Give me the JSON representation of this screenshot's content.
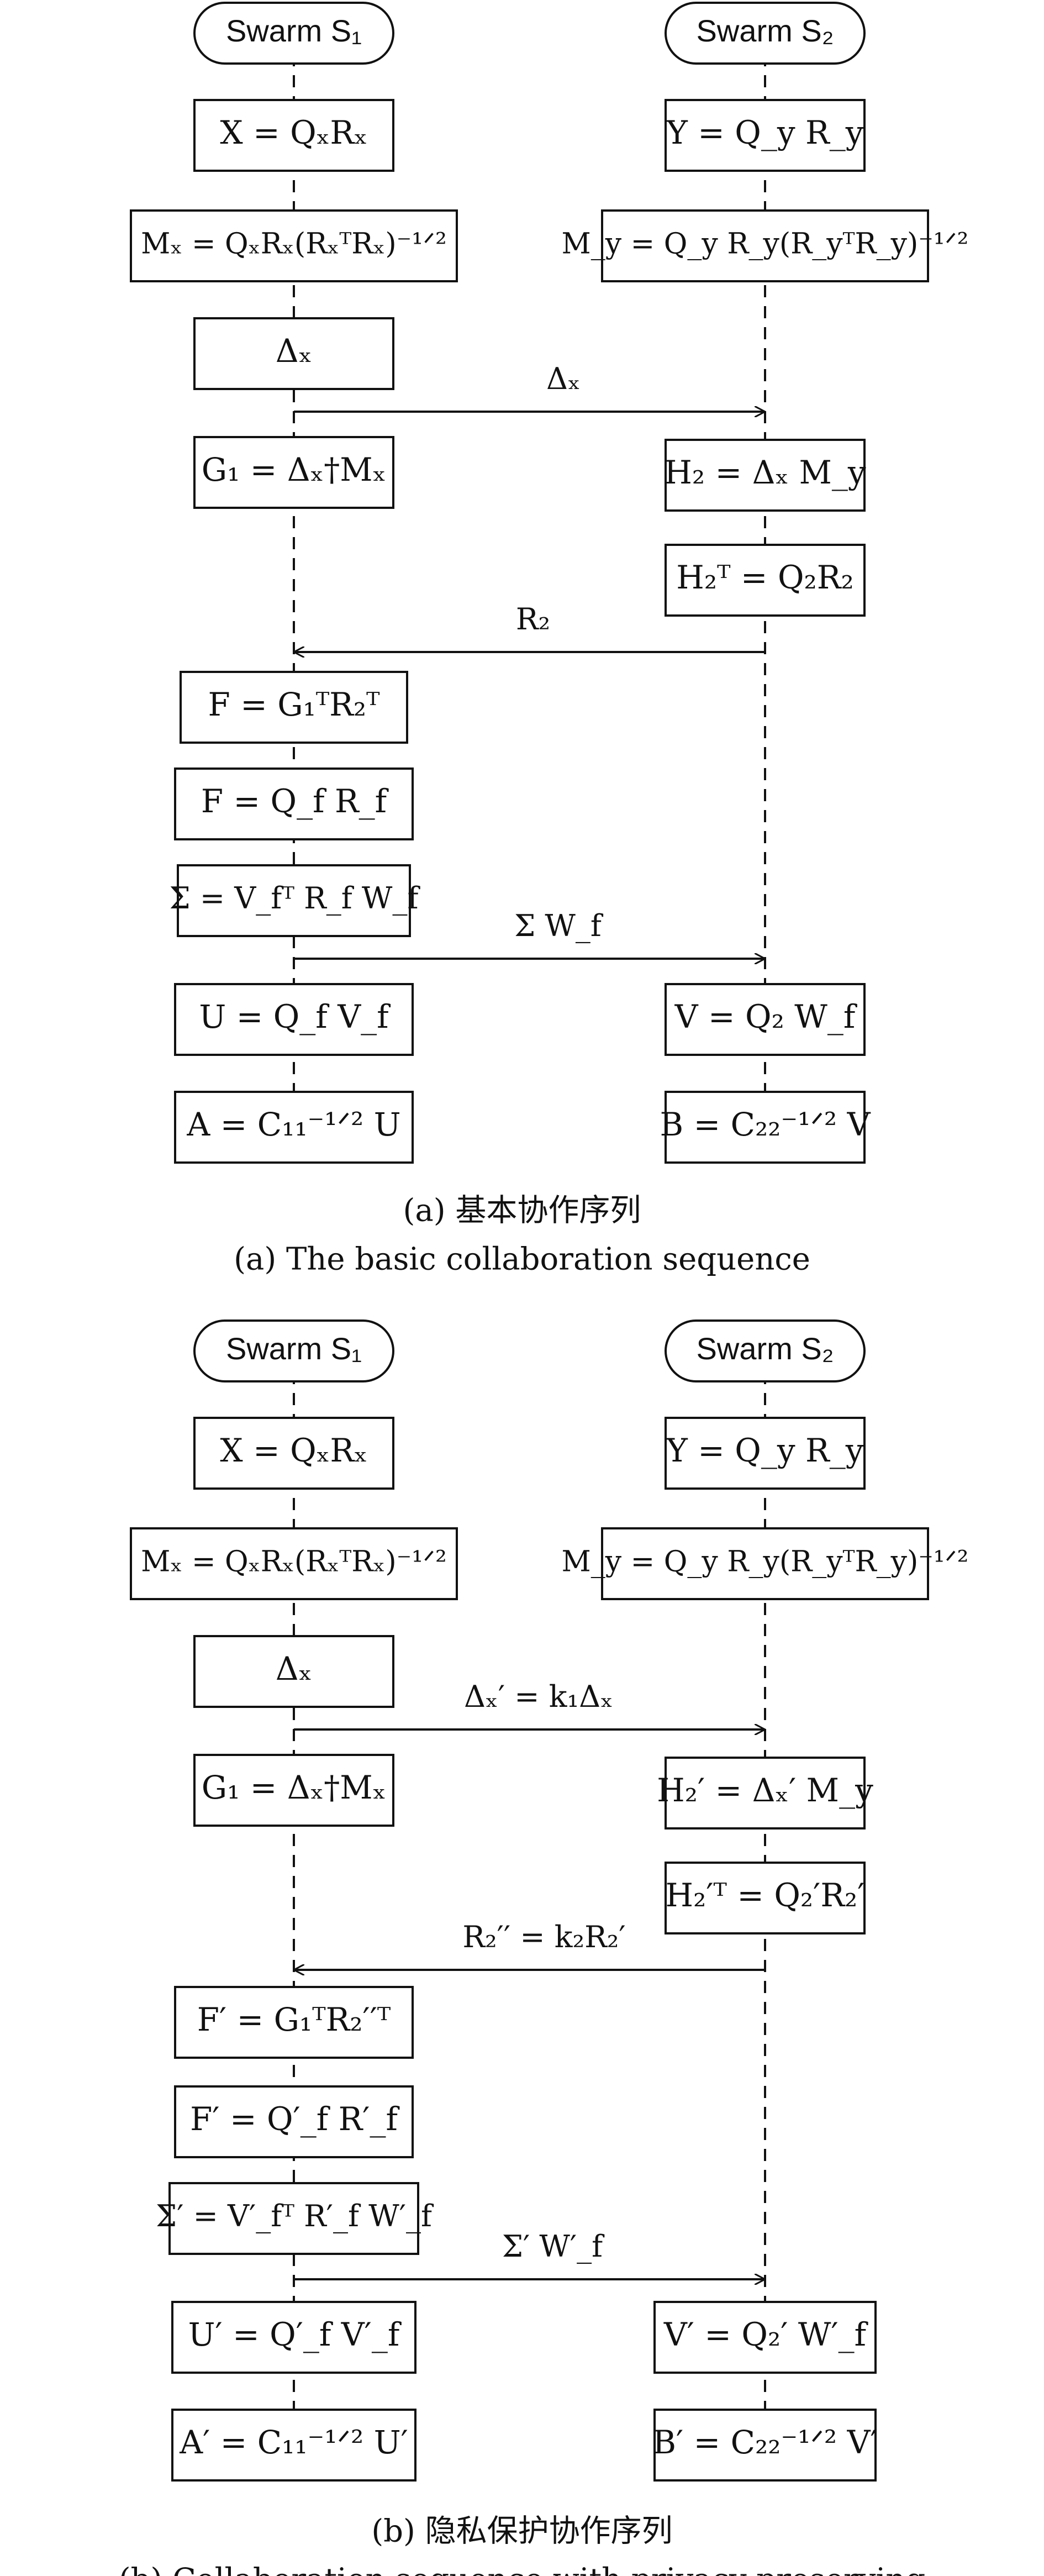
{
  "diagram_a": {
    "swarm_1_label": "Swarm S₁",
    "swarm_2_label": "Swarm S₂",
    "steps_1": [
      "X = QₓRₓ",
      "Mₓ = QₓRₓ(RₓᵀRₓ)⁻¹ᐟ²",
      "Δₓ",
      "G₁ = Δₓ†Mₓ",
      "F = G₁ᵀR₂ᵀ",
      "F = Q_f R_f",
      "Σ = V_fᵀ R_f W_f",
      "U = Q_f V_f",
      "A = C₁₁⁻¹ᐟ² U"
    ],
    "steps_2": [
      "Y = Q_y R_y",
      "M_y = Q_y R_y(R_yᵀR_y)⁻¹ᐟ²",
      "H₂ = Δₓ M_y",
      "H₂ᵀ = Q₂R₂",
      "V = Q₂ W_f",
      "B = C₂₂⁻¹ᐟ² V"
    ],
    "messages": [
      "Δₓ",
      "R₂",
      "Σ     W_f"
    ],
    "caption_cn": "(a) 基本协作序列",
    "caption_en": "(a) The basic collaboration sequence"
  },
  "diagram_b": {
    "swarm_1_label": "Swarm S₁",
    "swarm_2_label": "Swarm S₂",
    "steps_1": [
      "X = QₓRₓ",
      "Mₓ = QₓRₓ(RₓᵀRₓ)⁻¹ᐟ²",
      "Δₓ",
      "G₁ = Δₓ†Mₓ",
      "F′ = G₁ᵀR₂′′ᵀ",
      "F′ = Q′_f R′_f",
      "Σ′ = V′_fᵀ R′_f W′_f",
      "U′ = Q′_f V′_f",
      "A′ = C₁₁⁻¹ᐟ² U′"
    ],
    "steps_2": [
      "Y = Q_y R_y",
      "M_y = Q_y R_y(R_yᵀR_y)⁻¹ᐟ²",
      "H₂′ = Δₓ′ M_y",
      "H₂′ᵀ = Q₂′R₂′",
      "V′ = Q₂′ W′_f",
      "B′ = C₂₂⁻¹ᐟ² V′"
    ],
    "messages": [
      "Δₓ′ = k₁Δₓ",
      "R₂′′ = k₂R₂′",
      "Σ′     W′_f"
    ],
    "caption_cn": "(b) 隐私保护协作序列",
    "caption_en": "(b) Collaboration sequence with privacy preserving"
  }
}
